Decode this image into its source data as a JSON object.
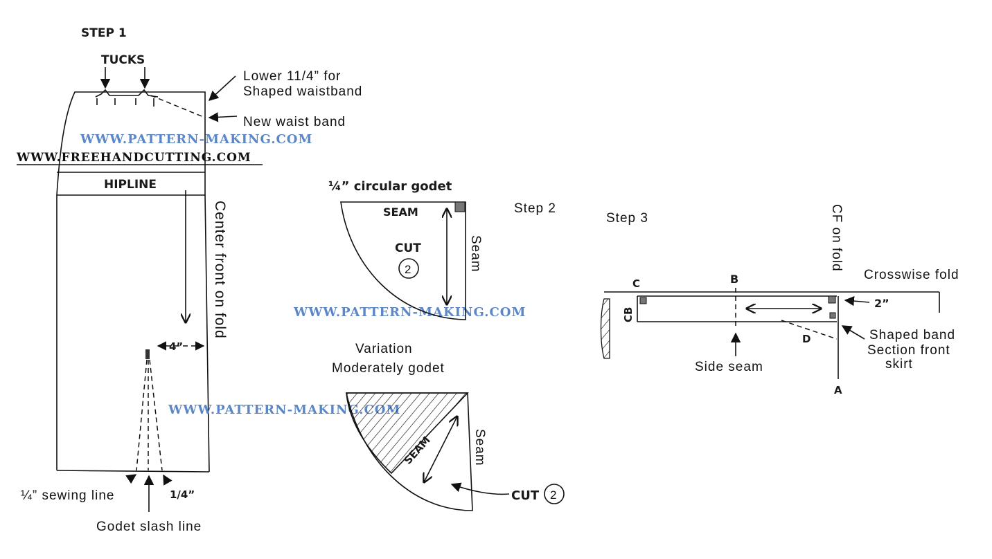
{
  "step1": {
    "title": "STEP 1",
    "tucks": "TUCKS",
    "lower_line1": "Lower 11/4” for",
    "lower_line2": "Shaped waistband",
    "new_waist_band": "New waist band",
    "hipline": "HIPLINE",
    "center_front": "Center front on fold",
    "four_inch": "4”",
    "sewing_line": "¼” sewing line",
    "quarter_inch": "1/4”",
    "godet_slash_line": "Godet slash line"
  },
  "watermarks": {
    "pattern_making": "WWW.PATTERN-MAKING.COM",
    "freehandcutting": "WWW.FREEHANDCUTTING.COM"
  },
  "step2": {
    "title": "Step 2",
    "heading": "¼” circular godet",
    "seam_top": "SEAM",
    "cut": "CUT",
    "cut_count": "2",
    "seam_side": "Seam",
    "variation_line1": "Variation",
    "variation_line2": "Moderately godet",
    "seam_diag": "SEAM",
    "seam_side2": "Seam",
    "cut2": "CUT",
    "cut2_count": "2"
  },
  "step3": {
    "title": "Step 3",
    "cf_on_fold": "CF on fold",
    "crosswise_fold": "Crosswise fold",
    "point_c": "C",
    "point_b": "B",
    "cb": "CB",
    "two_inch": "2”",
    "point_d": "D",
    "shaped_band_line1": "Shaped band",
    "shaped_band_line2": "Section front",
    "shaped_band_line3": "skirt",
    "side_seam": "Side seam",
    "point_a": "A"
  }
}
